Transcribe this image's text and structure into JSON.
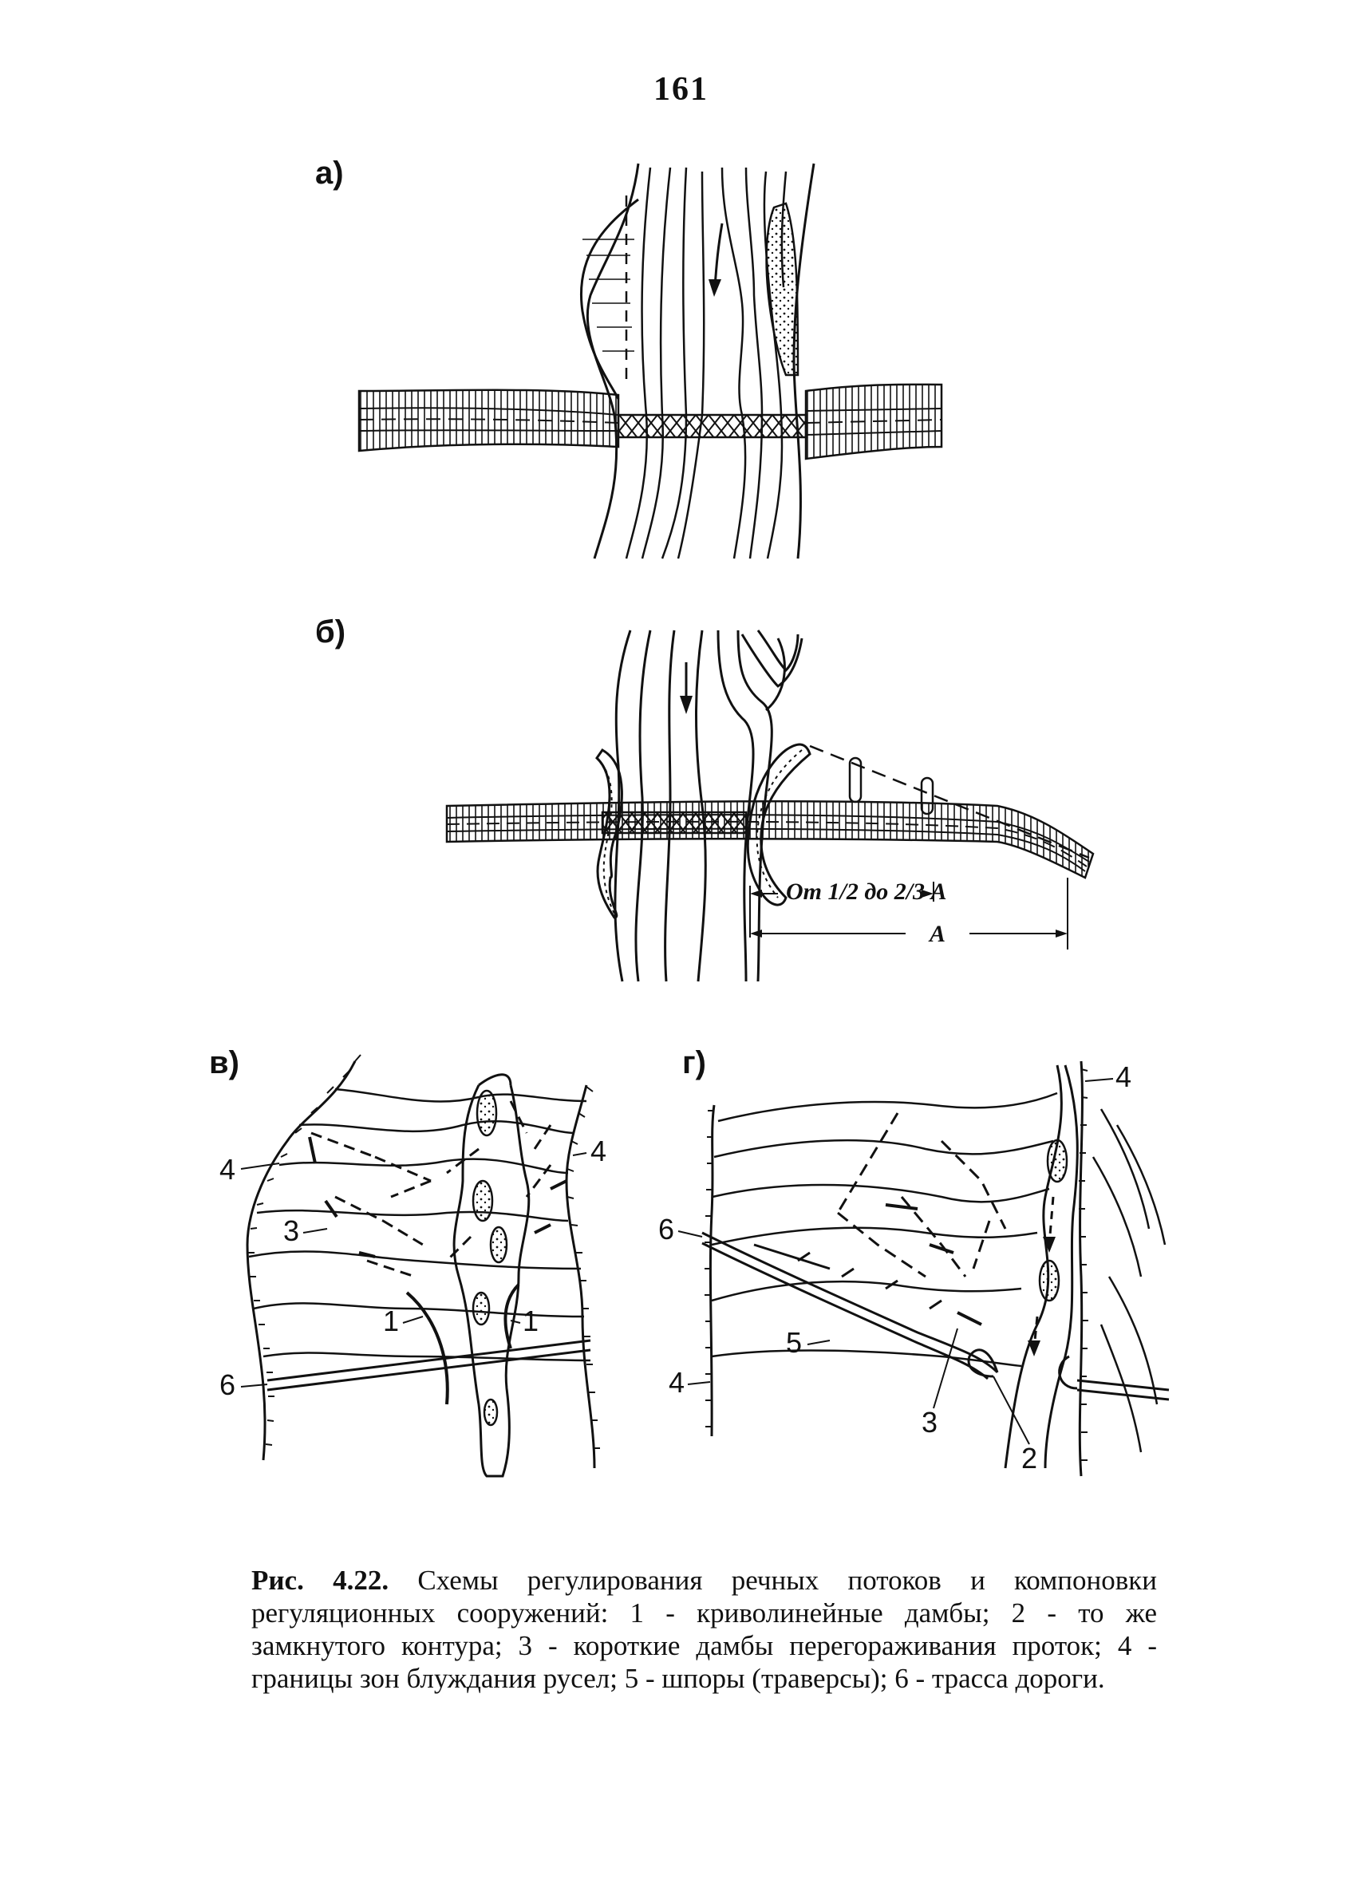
{
  "page_number": "161",
  "panels": {
    "a": "а)",
    "b": "б)",
    "v": "в)",
    "g": "г)"
  },
  "dimensions": {
    "partial": "От 1/2 до 2/3 А",
    "full": "А"
  },
  "callouts_v": [
    "4",
    "3",
    "1",
    "6",
    "4",
    "1"
  ],
  "callouts_g": [
    "4",
    "6",
    "5",
    "4",
    "3",
    "2"
  ],
  "caption": {
    "prefix": "Рис. 4.22.",
    "text": "Схемы регулирования речных потоков и компоновки регуляционных сооружений: 1 - криволинейные дамбы; 2 - то же замкнутого контура; 3 - короткие дамбы перегораживания проток; 4 - границы зон блуждания русел; 5 - шпоры (траверсы); 6 - трасса дороги."
  }
}
